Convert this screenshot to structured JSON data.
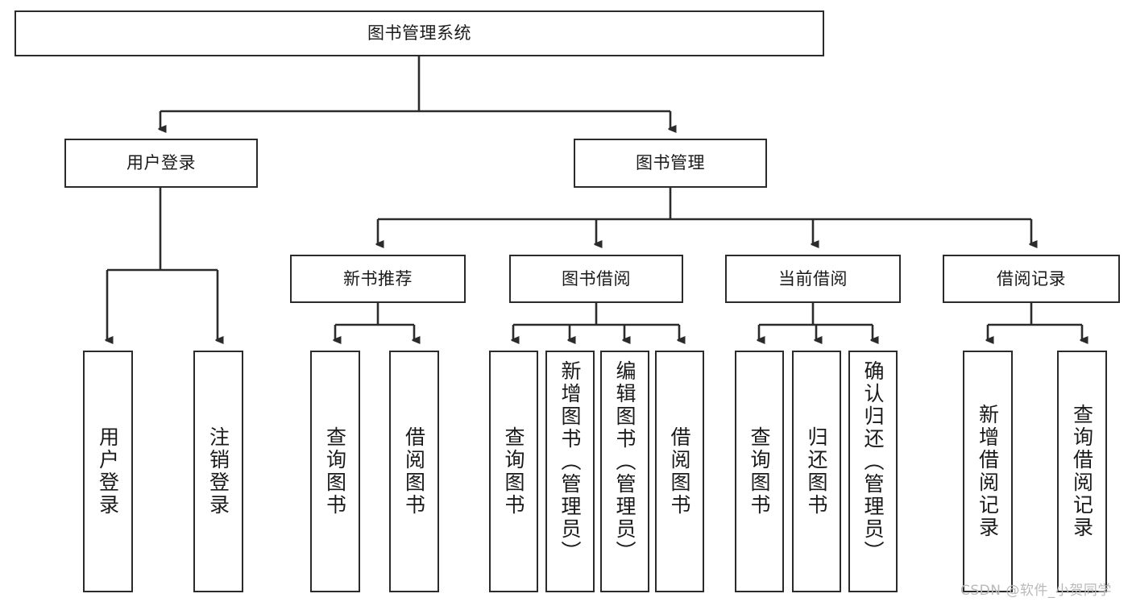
{
  "diagram": {
    "title": "图书管理系统",
    "type": "tree",
    "stroke_color": "#2b2b2b",
    "fill_color": "#ffffff",
    "text_color": "#1a1a1a",
    "root": {
      "label": "图书管理系统"
    },
    "level2": [
      {
        "label": "用户登录"
      },
      {
        "label": "图书管理"
      }
    ],
    "level3": [
      {
        "label": "新书推荐"
      },
      {
        "label": "图书借阅"
      },
      {
        "label": "当前借阅"
      },
      {
        "label": "借阅记录"
      }
    ],
    "leaves": {
      "user_login": [
        {
          "label": "用户登录"
        },
        {
          "label": "注销登录"
        }
      ],
      "new_book_recommend": [
        {
          "label": "查询图书"
        },
        {
          "label": "借阅图书"
        }
      ],
      "book_borrow": [
        {
          "label": "查询图书"
        },
        {
          "label": "新增图书（管理员）"
        },
        {
          "label": "编辑图书（管理员）"
        },
        {
          "label": "借阅图书"
        }
      ],
      "current_borrow": [
        {
          "label": "查询图书"
        },
        {
          "label": "归还图书"
        },
        {
          "label": "确认归还（管理员）"
        }
      ],
      "borrow_record": [
        {
          "label": "新增借阅记录"
        },
        {
          "label": "查询借阅记录"
        }
      ]
    }
  },
  "watermark": {
    "text": "CSDN @软件_小贺同学"
  }
}
